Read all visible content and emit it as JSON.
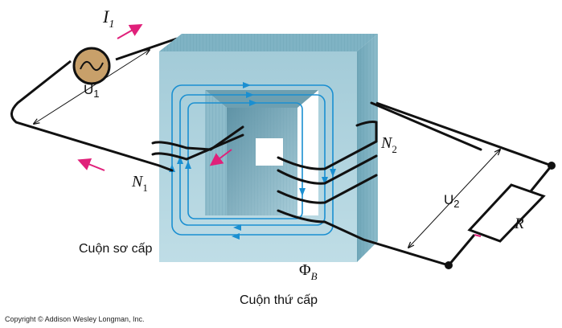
{
  "labels": {
    "current_symbol": "I",
    "current_sub": "1",
    "u1_symbol": "U",
    "u1_sub": "1",
    "n1_symbol": "N",
    "n1_sub": "1",
    "n2_symbol": "N",
    "n2_sub": "2",
    "u2_symbol": "U",
    "u2_sub": "2",
    "resistor": "R",
    "flux_symbol": "Φ",
    "flux_sub": "B",
    "primary_coil": "Cuộn sơ cấp",
    "secondary_coil": "Cuộn thứ cấp"
  },
  "copyright": "Copyright © Addison Wesley Longman, Inc.",
  "colors": {
    "core_front": "#a9d1dc",
    "core_top": "#7fb6c6",
    "core_side": "#6aa3b6",
    "flux_line": "#1a8fd1",
    "arrow": "#e0207a",
    "source": "#c8a06a",
    "wire": "#111111"
  }
}
